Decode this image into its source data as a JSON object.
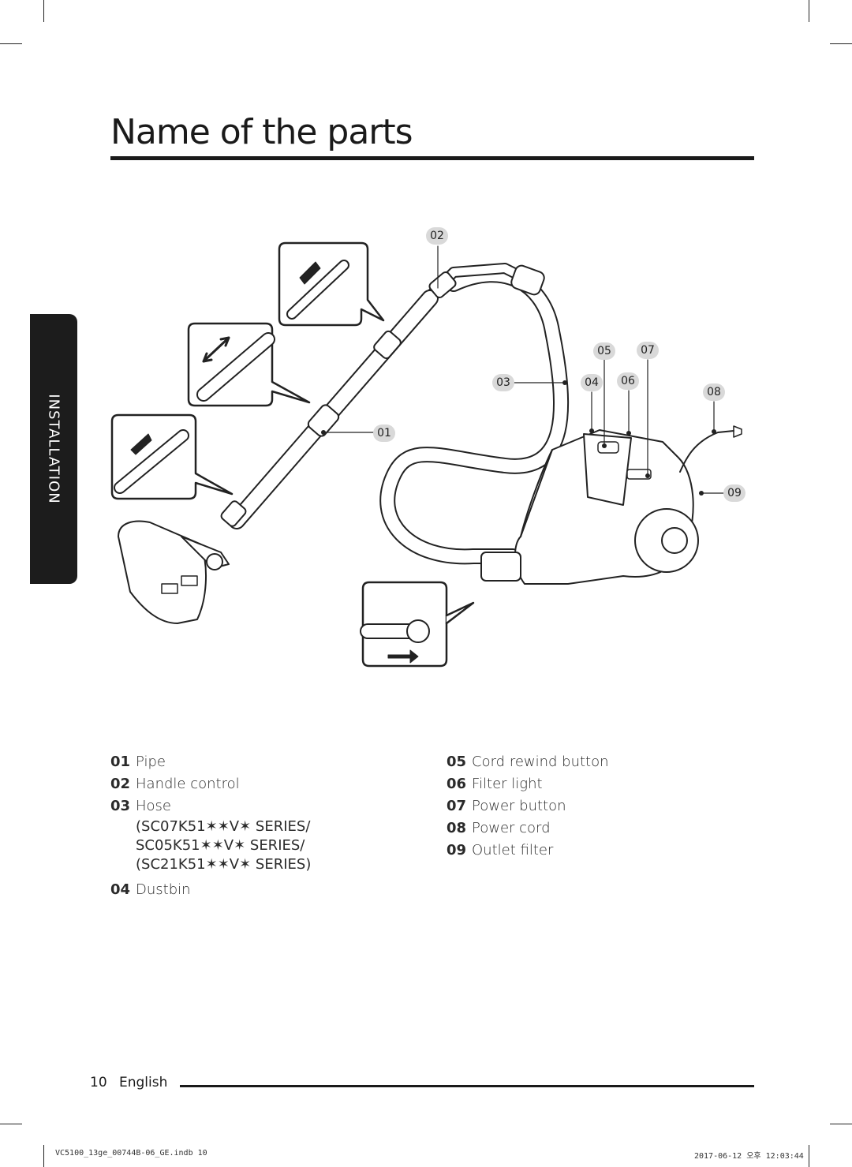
{
  "page": {
    "title": "Name of the parts",
    "section_tab": "INSTALLATION"
  },
  "callouts": [
    "01",
    "02",
    "03",
    "04",
    "05",
    "06",
    "07",
    "08",
    "09"
  ],
  "parts_left": [
    {
      "num": "01",
      "label": "Pipe"
    },
    {
      "num": "02",
      "label": "Handle control"
    },
    {
      "num": "03",
      "label": "Hose"
    }
  ],
  "hose_models": [
    "(SC07K51✶✶V✶ SERIES/",
    "SC05K51✶✶V✶ SERIES/",
    "(SC21K51✶✶V✶ SERIES)"
  ],
  "part_04": {
    "num": "04",
    "label": "Dustbin"
  },
  "parts_right": [
    {
      "num": "05",
      "label": "Cord rewind button"
    },
    {
      "num": "06",
      "label": "Filter light"
    },
    {
      "num": "07",
      "label": "Power button"
    },
    {
      "num": "08",
      "label": "Power cord"
    },
    {
      "num": "09",
      "label": "Outlet filter"
    }
  ],
  "footer": {
    "page_number": "10",
    "language": "English",
    "file_slug": "VC5100_13ge_00744B-06_GE.indb   10",
    "timestamp": "2017-06-12   오후 12:03:44"
  }
}
